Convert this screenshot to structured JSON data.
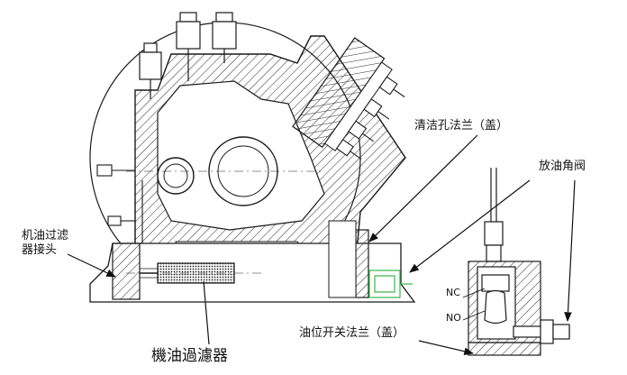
{
  "labels": {
    "cleaning_flange": "清洁孔法兰（盖）",
    "drain_valve": "放油角阀",
    "filter_connector_line1": "机油过滤",
    "filter_connector_line2": "器接头",
    "oil_filter": "機油過濾器",
    "level_switch_flange": "油位开关法兰（盖）",
    "nc": "NC",
    "no": "NO"
  },
  "colors": {
    "line": "#1a1a1a",
    "hatch": "#2a2a2a",
    "accent_green": "#39b54a"
  }
}
